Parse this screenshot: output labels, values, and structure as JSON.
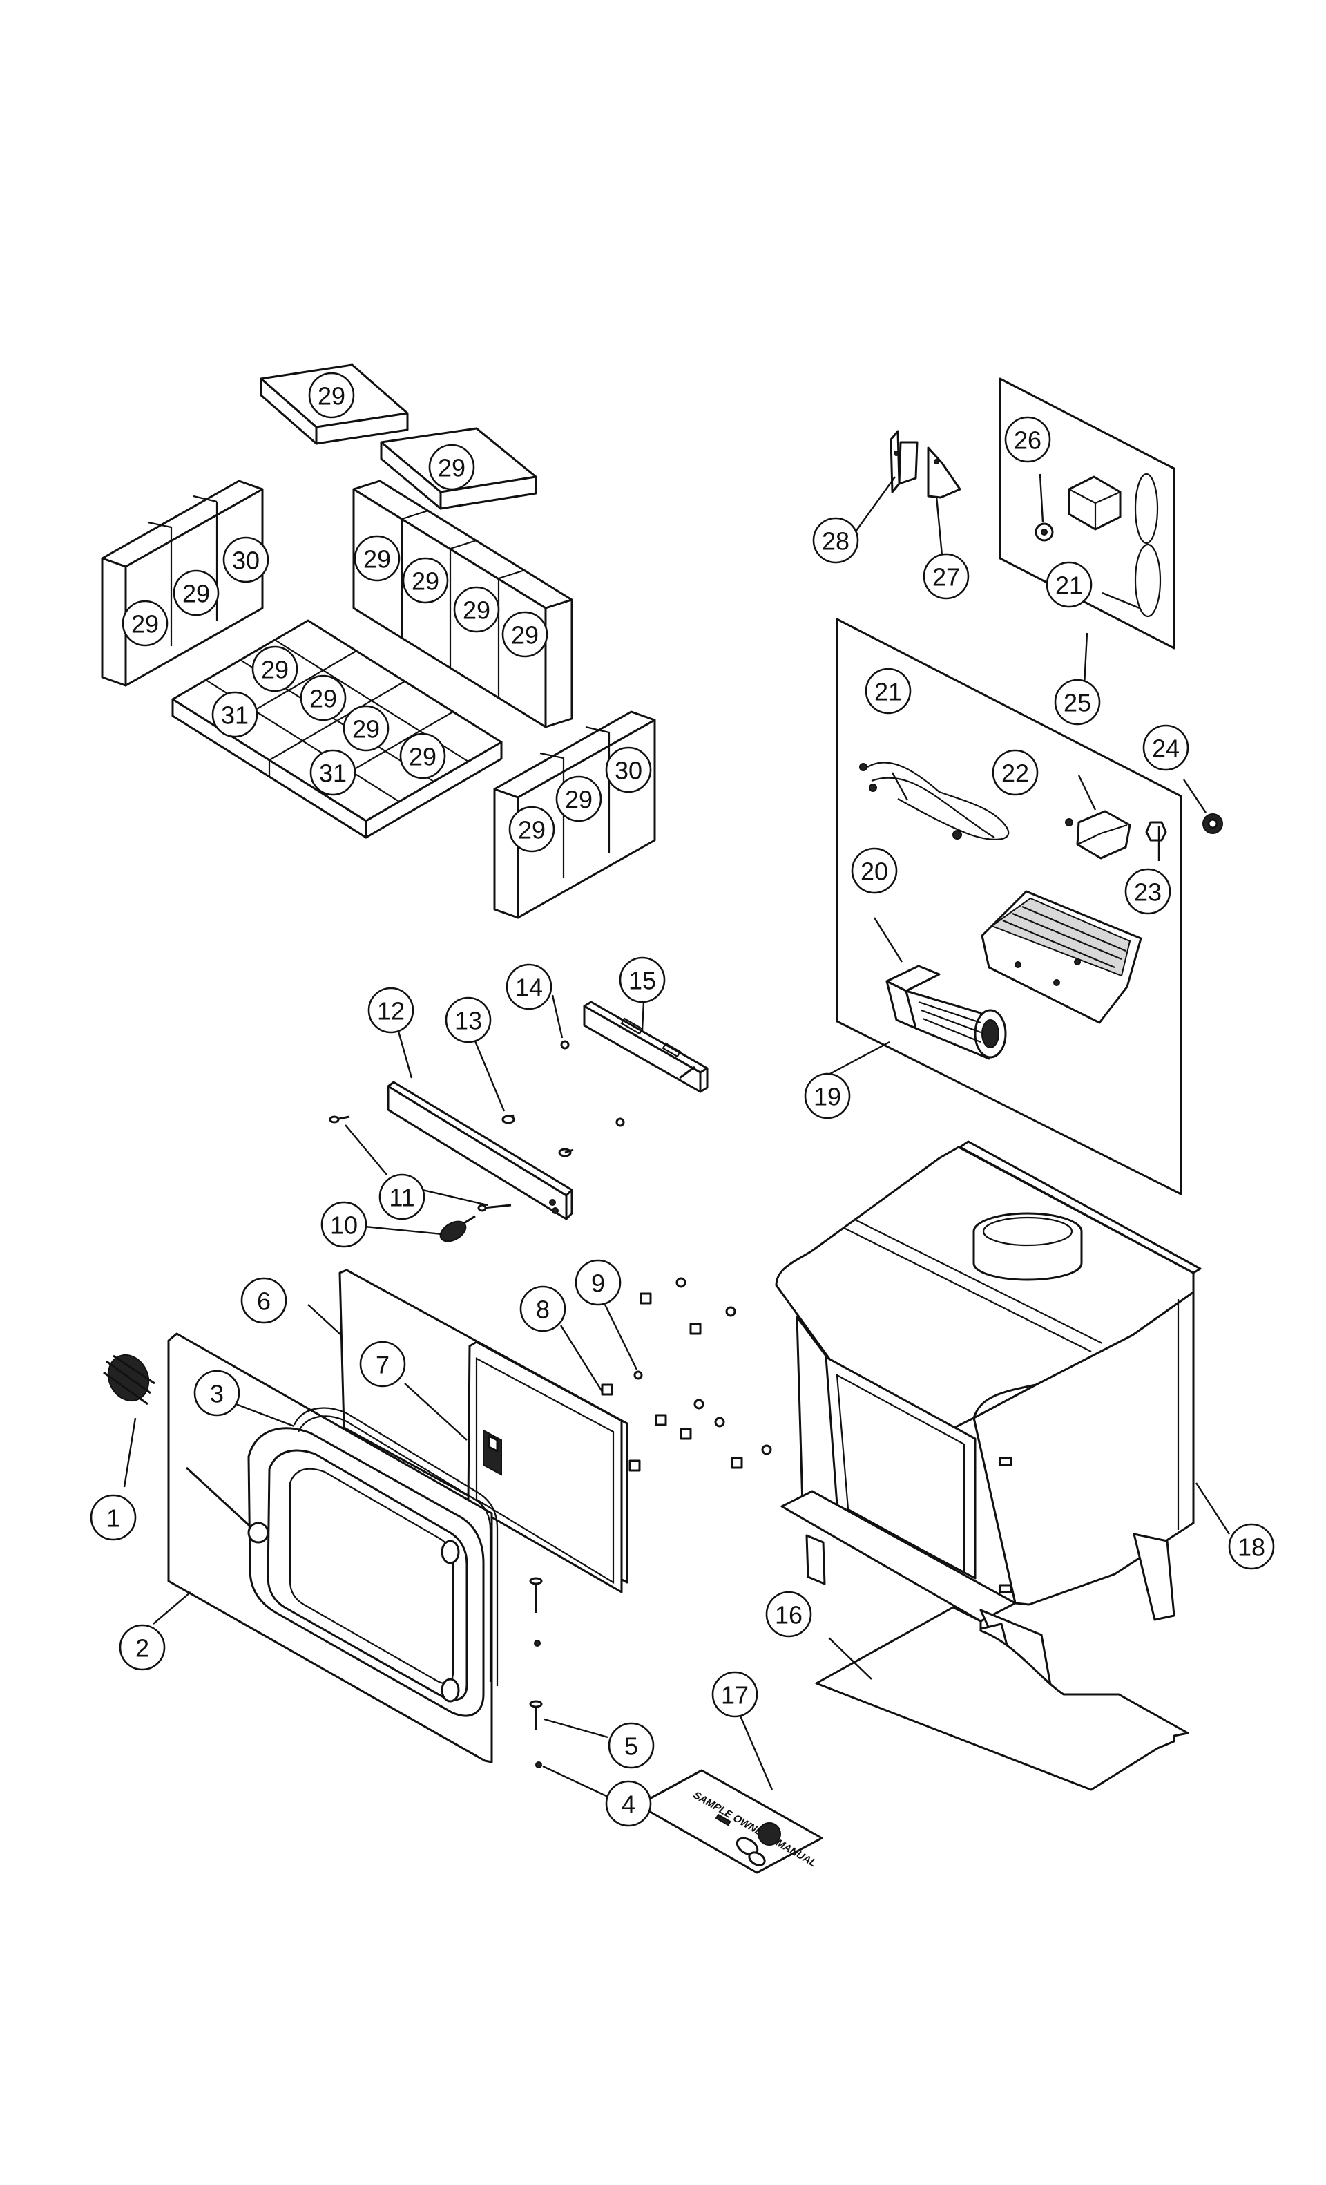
{
  "callouts": [
    {
      "label": "29"
    },
    {
      "label": "29"
    },
    {
      "label": "29"
    },
    {
      "label": "29"
    },
    {
      "label": "30"
    },
    {
      "label": "29"
    },
    {
      "label": "29"
    },
    {
      "label": "29"
    },
    {
      "label": "29"
    },
    {
      "label": "29"
    },
    {
      "label": "29"
    },
    {
      "label": "29"
    },
    {
      "label": "29"
    },
    {
      "label": "31"
    },
    {
      "label": "31"
    },
    {
      "label": "29"
    },
    {
      "label": "29"
    },
    {
      "label": "30"
    },
    {
      "label": "28"
    },
    {
      "label": "27"
    },
    {
      "label": "26"
    },
    {
      "label": "21"
    },
    {
      "label": "25"
    },
    {
      "label": "21"
    },
    {
      "label": "22"
    },
    {
      "label": "24"
    },
    {
      "label": "23"
    },
    {
      "label": "20"
    },
    {
      "label": "19"
    },
    {
      "label": "12"
    },
    {
      "label": "13"
    },
    {
      "label": "14"
    },
    {
      "label": "15"
    },
    {
      "label": "11"
    },
    {
      "label": "10"
    },
    {
      "label": "6"
    },
    {
      "label": "7"
    },
    {
      "label": "8"
    },
    {
      "label": "9"
    },
    {
      "label": "3"
    },
    {
      "label": "1"
    },
    {
      "label": "2"
    },
    {
      "label": "18"
    },
    {
      "label": "16"
    },
    {
      "label": "17"
    },
    {
      "label": "5"
    },
    {
      "label": "4"
    }
  ],
  "manual_label": "SAMPLE OWNERS MANUAL"
}
